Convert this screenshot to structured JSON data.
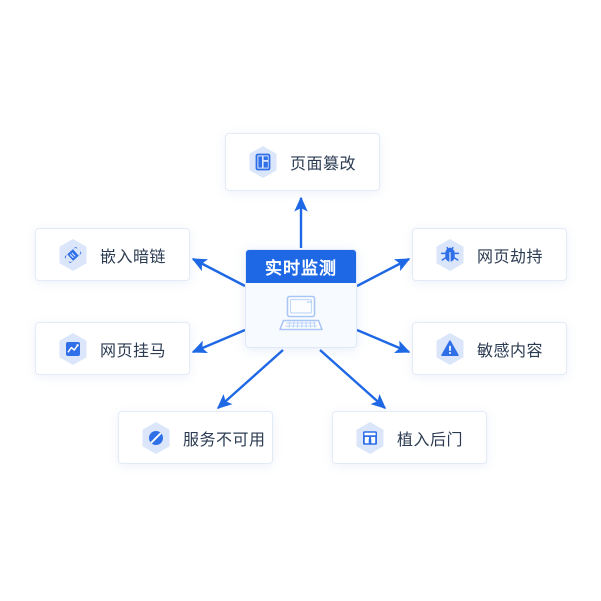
{
  "diagram": {
    "title": "实时监测",
    "accent_color": "#1f68e5",
    "card_border_color": "#e3ebf7",
    "label_color": "#2b3b52",
    "hex_fill_color": "#dbe6fb",
    "center": {
      "header_label": "实时监测",
      "icon": "laptop-icon"
    },
    "nodes": [
      {
        "id": "page-tamper",
        "label": "页面篡改",
        "icon": "page-layout-icon"
      },
      {
        "id": "embedded-dark-link",
        "label": "嵌入暗链",
        "icon": "dark-link-icon"
      },
      {
        "id": "webpage-hijack",
        "label": "网页劫持",
        "icon": "bug-icon"
      },
      {
        "id": "webpage-trojan",
        "label": "网页挂马",
        "icon": "trend-chart-icon"
      },
      {
        "id": "sensitive-content",
        "label": "敏感内容",
        "icon": "warning-triangle-icon"
      },
      {
        "id": "service-unavailable",
        "label": "服务不可用",
        "icon": "ban-icon"
      },
      {
        "id": "implanted-backdoor",
        "label": "植入后门",
        "icon": "backdoor-gate-icon"
      }
    ]
  }
}
